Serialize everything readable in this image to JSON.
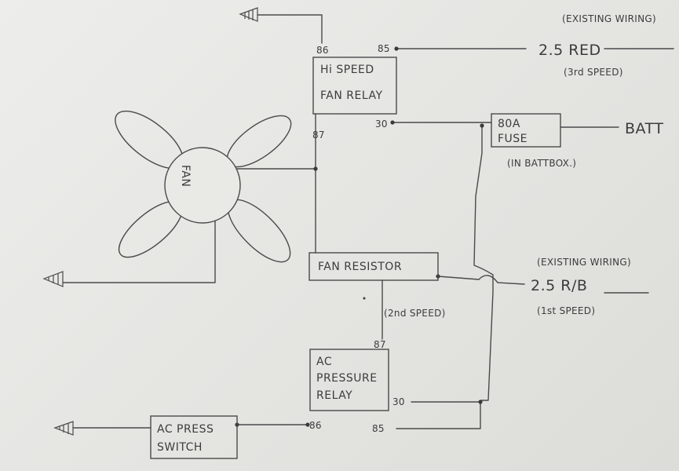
{
  "annotations": {
    "existing_wiring_top": "(EXISTING WIRING)",
    "existing_wiring_mid": "(EXISTING WIRING)",
    "in_battbox": "(IN BATTBOX.)",
    "third_speed": "(3rd SPEED)",
    "first_speed": "(1st SPEED)",
    "second_speed": "(2nd SPEED)"
  },
  "wires": {
    "red": "2.5 RED",
    "rb": "2.5 R/B",
    "batt": "BATT"
  },
  "components": {
    "hi_relay": {
      "line1": "Hi SPEED",
      "line2": "FAN RELAY",
      "pin_86": "86",
      "pin_85": "85",
      "pin_87": "87",
      "pin_30": "30"
    },
    "fuse": {
      "line1": "80A",
      "line2": "FUSE"
    },
    "fan": {
      "label": "FAN"
    },
    "resistor": {
      "label": "FAN RESISTOR"
    },
    "ac_relay": {
      "line1": "AC",
      "line2": "PRESSURE",
      "line3": "RELAY",
      "pin_87": "87",
      "pin_30": "30",
      "pin_85": "85"
    },
    "ac_switch": {
      "line1": "AC PRESS",
      "line2": "SWITCH",
      "pin_86": "86"
    }
  }
}
